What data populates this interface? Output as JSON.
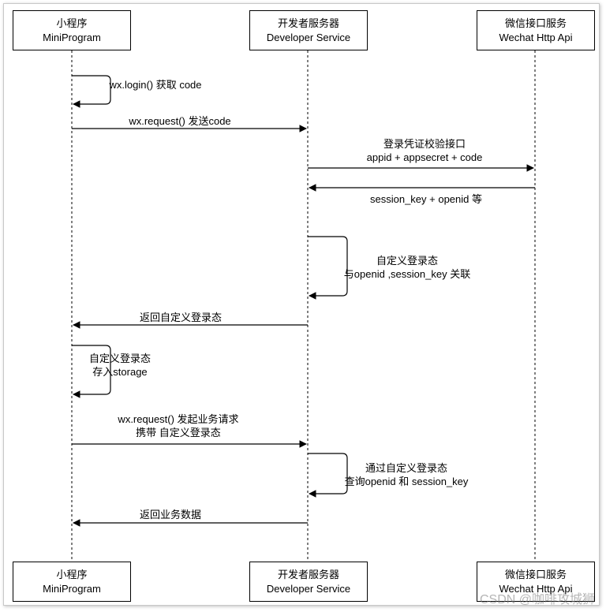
{
  "participants": [
    {
      "title": "小程序",
      "subtitle": "MiniProgram"
    },
    {
      "title": "开发者服务器",
      "subtitle": "Developer Service"
    },
    {
      "title": "微信接口服务",
      "subtitle": "Wechat Http Api"
    }
  ],
  "messages": [
    {
      "from": "MiniProgram",
      "to": "MiniProgram",
      "lines": [
        "wx.login() 获取 code"
      ]
    },
    {
      "from": "MiniProgram",
      "to": "Developer Service",
      "lines": [
        "wx.request() 发送code"
      ]
    },
    {
      "from": "Developer Service",
      "to": "Wechat Http Api",
      "lines": [
        "登录凭证校验接口",
        "appid + appsecret + code"
      ]
    },
    {
      "from": "Wechat Http Api",
      "to": "Developer Service",
      "lines": [
        "session_key + openid 等"
      ]
    },
    {
      "from": "Developer Service",
      "to": "Developer Service",
      "lines": [
        "自定义登录态",
        "与openid ,session_key 关联"
      ]
    },
    {
      "from": "Developer Service",
      "to": "MiniProgram",
      "lines": [
        "返回自定义登录态"
      ]
    },
    {
      "from": "MiniProgram",
      "to": "MiniProgram",
      "lines": [
        "自定义登录态",
        "存入storage"
      ]
    },
    {
      "from": "MiniProgram",
      "to": "Developer Service",
      "lines": [
        "wx.request() 发起业务请求",
        "携带 自定义登录态"
      ]
    },
    {
      "from": "Developer Service",
      "to": "Developer Service",
      "lines": [
        "通过自定义登录态",
        "查询openid 和 session_key"
      ]
    },
    {
      "from": "Developer Service",
      "to": "MiniProgram",
      "lines": [
        "返回业务数据"
      ]
    }
  ],
  "watermark": "CSDN @咖啡攻城狮"
}
